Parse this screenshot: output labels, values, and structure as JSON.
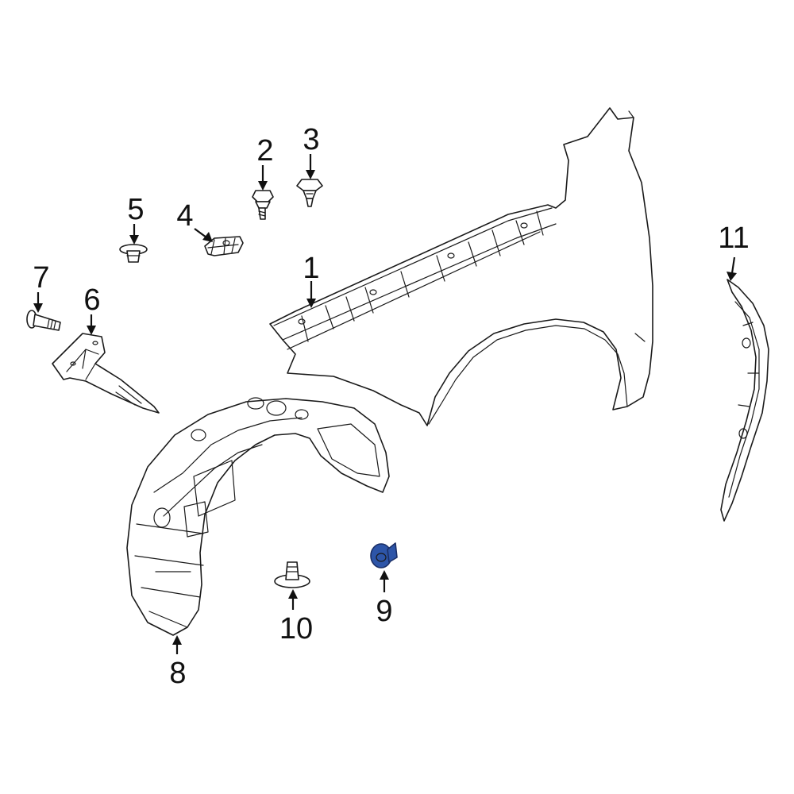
{
  "colors": {
    "background": "#ffffff",
    "line": "#1a1a1a",
    "highlight_part": "#2d55a8"
  },
  "highlighted_part": "9",
  "callouts": {
    "p1": "1",
    "p2": "2",
    "p3": "3",
    "p4": "4",
    "p5": "5",
    "p6": "6",
    "p7": "7",
    "p8": "8",
    "p9": "9",
    "p10": "10",
    "p11": "11"
  }
}
